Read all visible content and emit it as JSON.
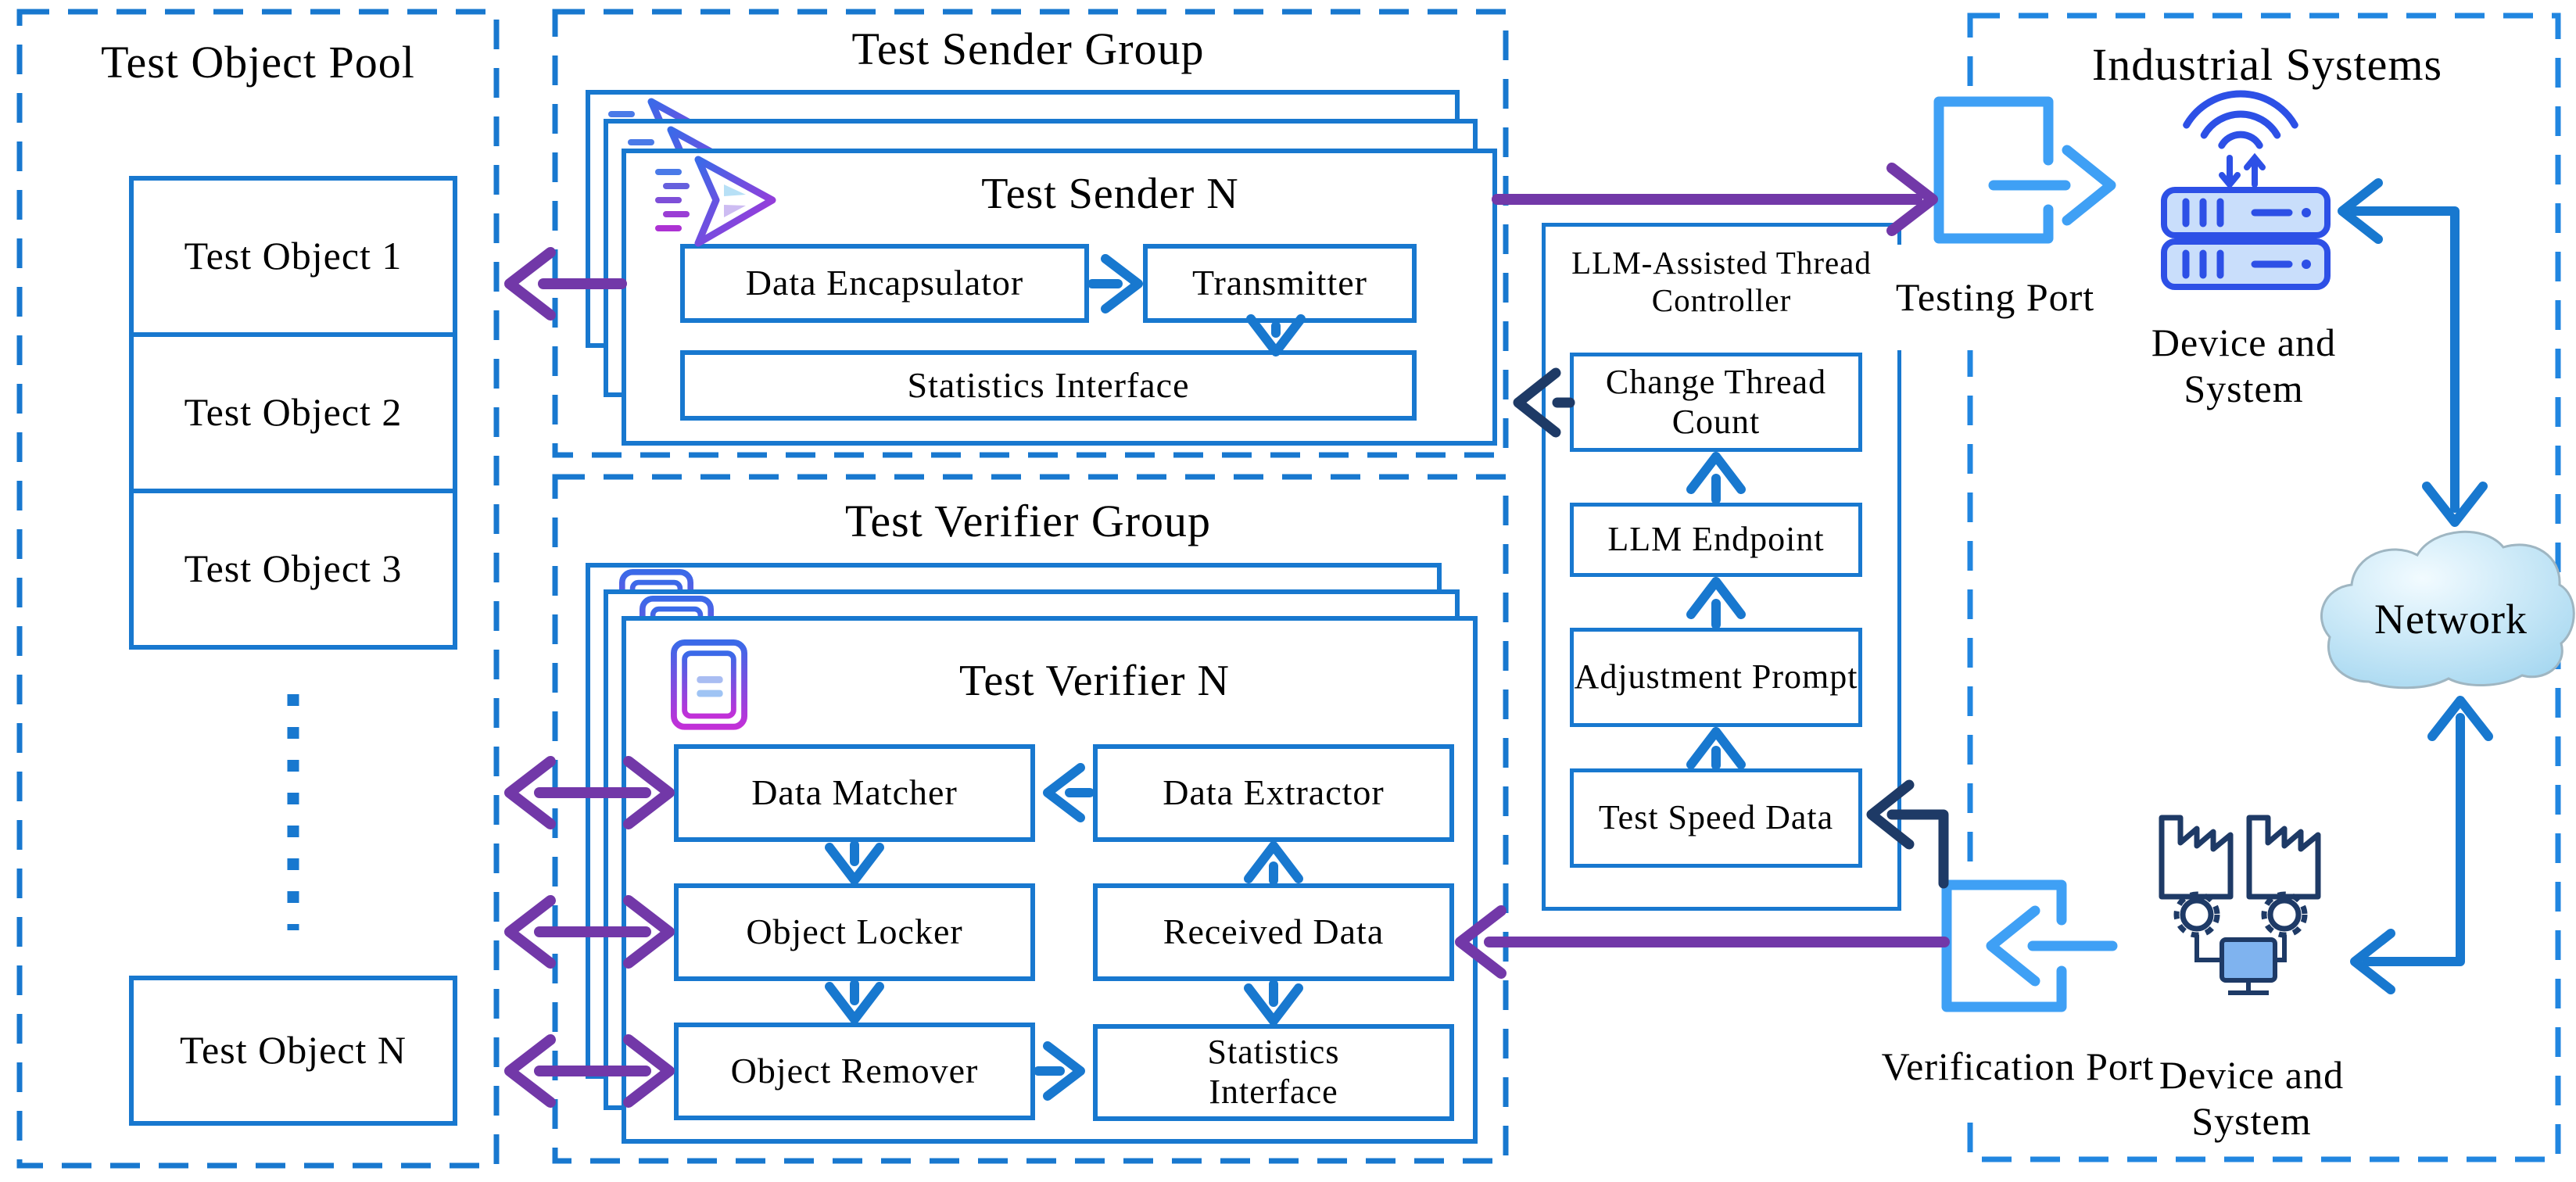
{
  "pool": {
    "title": "Test Object Pool",
    "items": [
      "Test Object 1",
      "Test Object 2",
      "Test Object 3"
    ],
    "item_n": "Test Object N"
  },
  "sender_group": {
    "title": "Test Sender Group",
    "card_title": "Test Sender N",
    "data_encapsulator": "Data Encapsulator",
    "transmitter": "Transmitter",
    "statistics_interface": "Statistics Interface"
  },
  "verifier_group": {
    "title": "Test Verifier Group",
    "card_title": "Test Verifier N",
    "data_matcher": "Data Matcher",
    "data_extractor": "Data Extractor",
    "object_locker": "Object Locker",
    "received_data": "Received Data",
    "object_remover": "Object Remover",
    "statistics_interface": "Statistics Interface"
  },
  "controller": {
    "title": "LLM-Assisted Thread Controller",
    "change_thread_count": "Change Thread Count",
    "llm_endpoint": "LLM Endpoint",
    "adjustment_prompt": "Adjustment Prompt",
    "test_speed_data": "Test Speed Data"
  },
  "testing_port_label": "Testing Port",
  "verification_port_label": "Verification Port",
  "industrial": {
    "title": "Industrial Systems",
    "device_top_label": "Device and System",
    "network_label": "Network",
    "device_bottom_label": "Device and System"
  },
  "icons": {
    "paper_plane": "send-icon on each Test Sender card",
    "clipboard": "verify-icon on each Test Verifier card",
    "server_wifi": "wireless server device (Industrial Systems top)",
    "factory_monitor": "factory machines with monitor (Industrial Systems bottom)",
    "cloud": "network cloud",
    "exit_port": "testing port (arrow leaving box)",
    "enter_port": "verification port (arrow entering box)"
  },
  "colors": {
    "box_blue": "#1878cf",
    "dash_blue": "#1878cf",
    "industrial_dash": "#2186e0",
    "light_blue": "#3fa0f5",
    "purple": "#7238a8",
    "navy": "#1e3a66",
    "icon_blue": "#2d50e6",
    "icon_fill": "#c9defb",
    "cloud_fill": "#bfe3f7",
    "monitor_fill": "#7fb3ef"
  }
}
